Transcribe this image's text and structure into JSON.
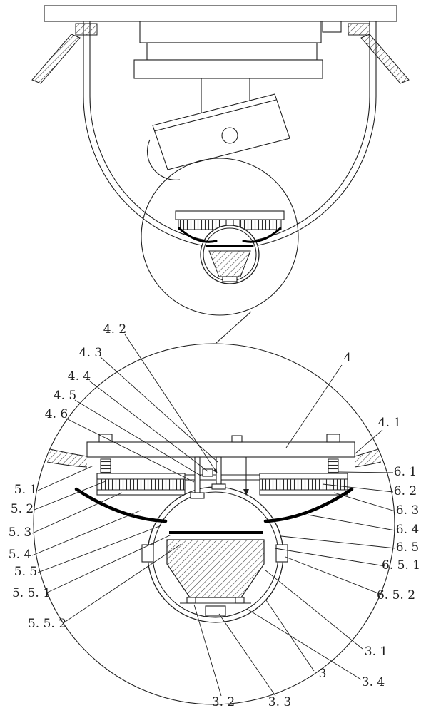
{
  "colors": {
    "paper": "#ffffff",
    "ink": "#1f1f1f",
    "bold": "#000000"
  },
  "labels": {
    "n4_2": "4. 2",
    "n4_3": "4. 3",
    "n4_4": "4. 4",
    "n4_5": "4. 5",
    "n4_6": "4. 6",
    "n4": "4",
    "n4_1": "4. 1",
    "n6_1": "6. 1",
    "n6_2": "6. 2",
    "n6_3": "6. 3",
    "n6_4": "6. 4",
    "n6_5": "6. 5",
    "n6_5_1": "6. 5. 1",
    "n6_5_2": "6. 5. 2",
    "n5_1": "5. 1",
    "n5_2": "5. 2",
    "n5_3": "5. 3",
    "n5_4": "5. 4",
    "n5_5": "5. 5",
    "n5_5_1": "5. 5. 1",
    "n5_5_2": "5. 5. 2",
    "n3_1": "3. 1",
    "n3": "3",
    "n3_4": "3. 4",
    "n3_2": "3. 2",
    "n3_3": "3. 3"
  }
}
